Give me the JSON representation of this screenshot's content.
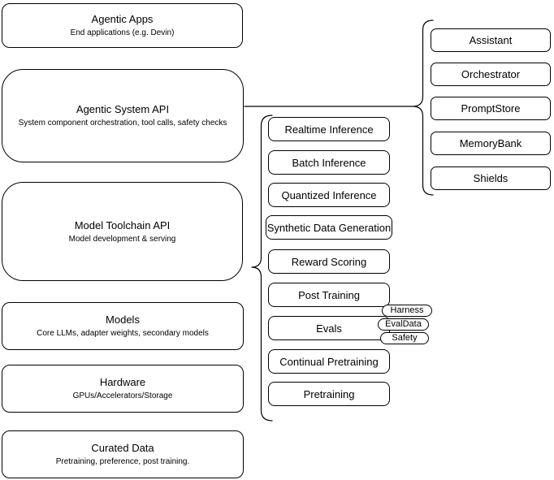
{
  "diagram": {
    "left_stack": [
      {
        "title": "Agentic Apps",
        "subtitle": "End applications (e.g. Devin)"
      },
      {
        "title": "Agentic System API",
        "subtitle": "System component orchestration, tool calls, safety checks"
      },
      {
        "title": "Model Toolchain API",
        "subtitle": "Model development & serving"
      },
      {
        "title": "Models",
        "subtitle": "Core LLMs, adapter weights, secondary models"
      },
      {
        "title": "Hardware",
        "subtitle": "GPUs/Accelerators/Storage"
      },
      {
        "title": "Curated Data",
        "subtitle": "Pretraining, preference, post training."
      }
    ],
    "toolchain_services": [
      "Realtime Inference",
      "Batch Inference",
      "Quantized Inference",
      "Synthetic Data Generation",
      "Reward Scoring",
      "Post Training",
      "Evals",
      "Continual Pretraining",
      "Pretraining"
    ],
    "eval_badges": [
      "Harness",
      "EvalData",
      "Safety"
    ],
    "system_components": [
      "Assistant",
      "Orchestrator",
      "PromptStore",
      "MemoryBank",
      "Shields"
    ],
    "colors": {
      "stroke": "#000000",
      "fill": "#ffffff",
      "text": "#000000",
      "background": "#ffffff"
    }
  }
}
